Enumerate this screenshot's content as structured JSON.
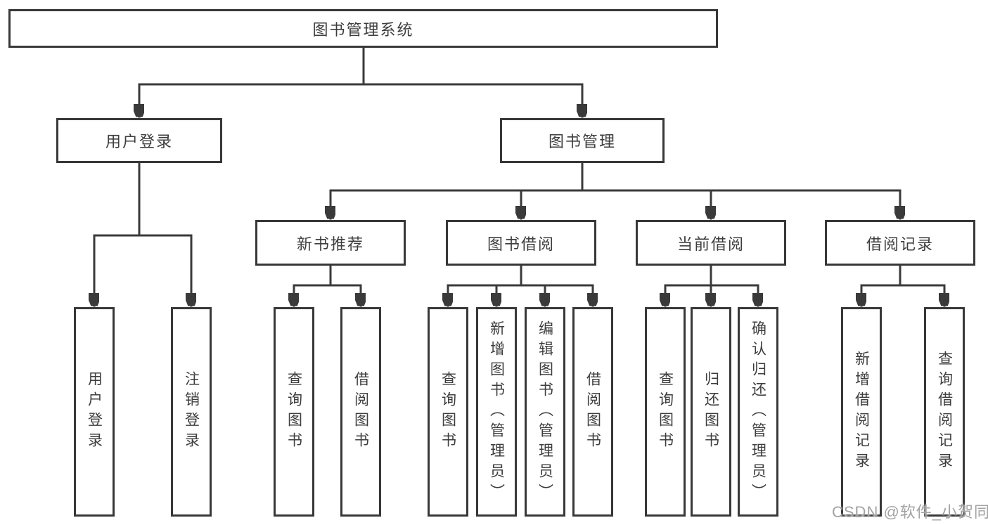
{
  "diagram": {
    "type": "hierarchy-tree",
    "colors": {
      "line": "#3a3a3a",
      "box_border": "#383838",
      "text": "#3d3d3d",
      "background": "#ffffff",
      "watermark": "#a3a3a3"
    }
  },
  "tree": {
    "label": "图书管理系统",
    "children": [
      {
        "label": "用户登录",
        "children": [
          {
            "label": "用户登录"
          },
          {
            "label": "注销登录"
          }
        ]
      },
      {
        "label": "图书管理",
        "children": [
          {
            "label": "新书推荐",
            "children": [
              {
                "label": "查询图书"
              },
              {
                "label": "借阅图书"
              }
            ]
          },
          {
            "label": "图书借阅",
            "children": [
              {
                "label": "查询图书"
              },
              {
                "label": "新增图书（管理员）"
              },
              {
                "label": "编辑图书（管理员）"
              },
              {
                "label": "借阅图书"
              }
            ]
          },
          {
            "label": "当前借阅",
            "children": [
              {
                "label": "查询图书"
              },
              {
                "label": "归还图书"
              },
              {
                "label": "确认归还（管理员）"
              }
            ]
          },
          {
            "label": "借阅记录",
            "children": [
              {
                "label": "新增借阅记录"
              },
              {
                "label": "查询借阅记录"
              }
            ]
          }
        ]
      }
    ]
  },
  "watermark": {
    "text": "CSDN @软件_小贺同学"
  }
}
